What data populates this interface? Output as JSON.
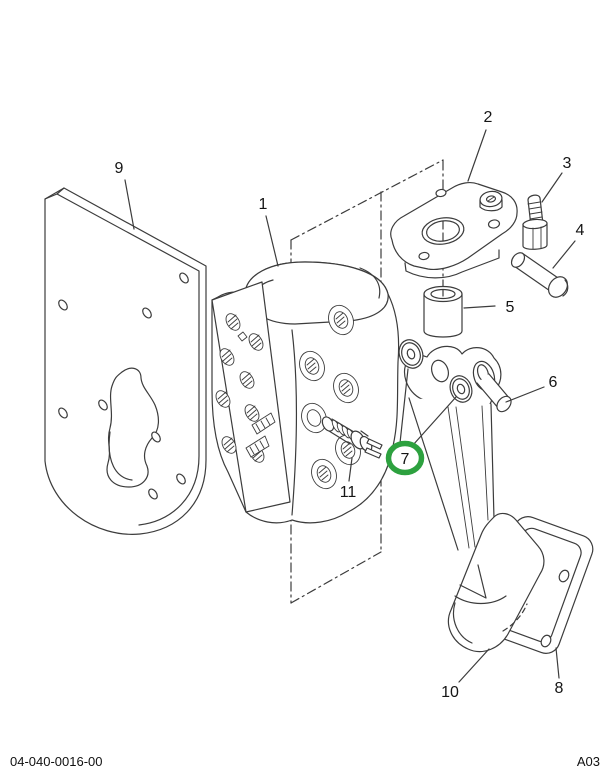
{
  "document": {
    "footer_left": "04-040-0016-00",
    "footer_right": "A03"
  },
  "diagram": {
    "type": "exploded-parts-diagram",
    "line_color": "#3c3c3c",
    "highlight_color": "#2da13f",
    "highlighted_callout": "7",
    "callouts": {
      "c1": "1",
      "c2": "2",
      "c3": "3",
      "c4": "4",
      "c5": "5",
      "c6": "6",
      "c7": "7",
      "c8": "8",
      "c9": "9",
      "c10": "10",
      "c11": "11"
    }
  }
}
